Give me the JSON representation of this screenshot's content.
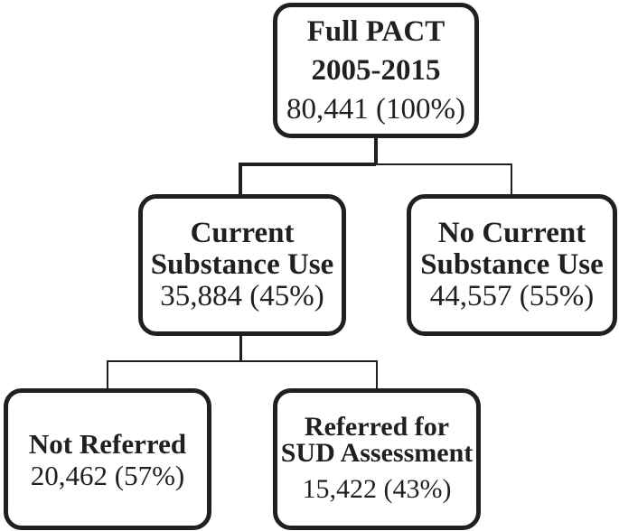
{
  "figure": {
    "background": "#ffffff",
    "ink": "#231f20",
    "type": "flowchart",
    "nodes": {
      "root": {
        "line1": "Full PACT",
        "line2": "2005-2015",
        "value": "80,441 (100%)"
      },
      "current": {
        "line1": "Current",
        "line2": "Substance Use",
        "value": "35,884 (45%)"
      },
      "no_current": {
        "line1": "No Current",
        "line2": "Substance Use",
        "value": "44,557 (55%)"
      },
      "not_referred": {
        "line1": "Not Referred",
        "value": "20,462 (57%)"
      },
      "referred": {
        "line1": "Referred for",
        "line2": "SUD Assessment",
        "value": "15,422 (43%)"
      }
    }
  }
}
